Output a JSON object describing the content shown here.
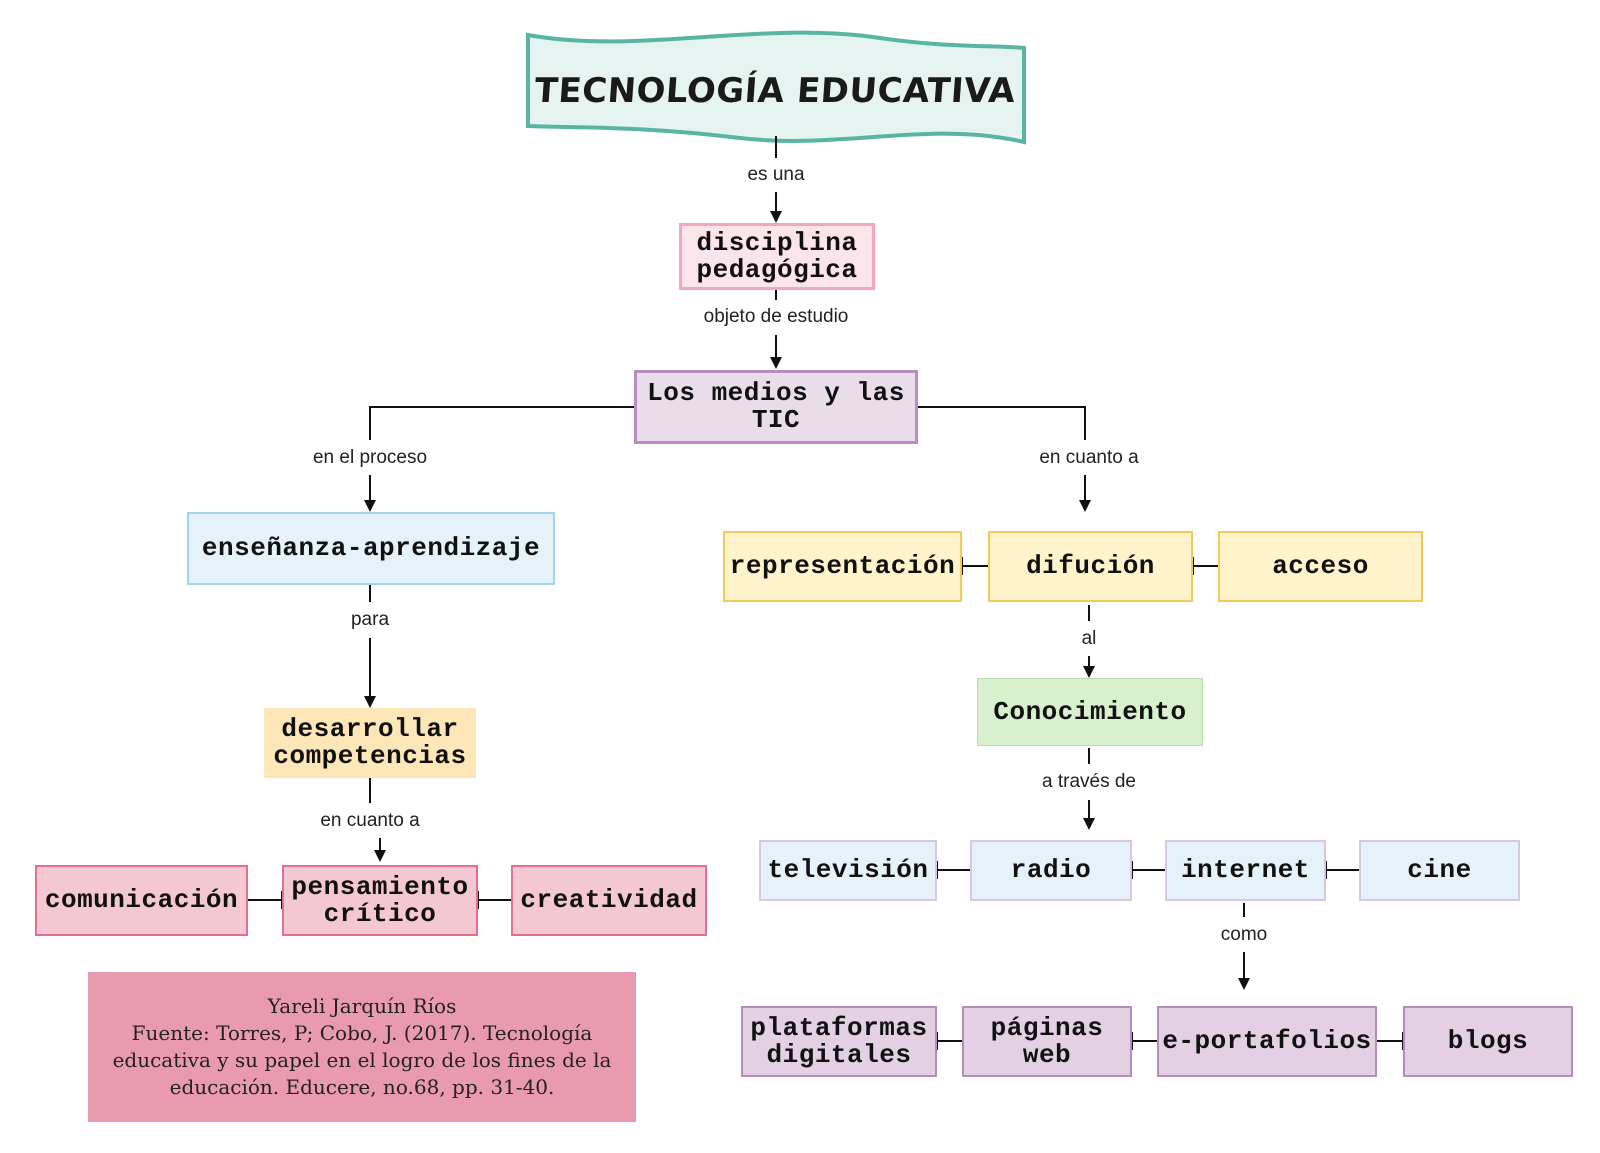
{
  "title": "TECNOLOGÍA EDUCATIVA",
  "nodes": {
    "disciplina": "disciplina\npedagógica",
    "medios": "Los medios y las\nTIC",
    "ensenanza": "enseñanza-aprendizaje",
    "desarrollar": "desarrollar\ncompetencias",
    "comunicacion": "comunicación",
    "pensamiento": "pensamiento\ncrítico",
    "creatividad": "creatividad",
    "representacion": "representación",
    "difucion": "difución",
    "acceso": "acceso",
    "conocimiento": "Conocimiento",
    "television": "televisión",
    "radio": "radio",
    "internet": "internet",
    "cine": "cine",
    "plataformas": "plataformas\ndigitales",
    "paginas": "páginas\nweb",
    "eportafolios": "e-portafolios",
    "blogs": "blogs"
  },
  "labels": {
    "es_una": "es una",
    "objeto": "objeto de estudio",
    "en_el_proceso": "en el proceso",
    "en_cuanto_a_right": "en cuanto a",
    "para": "para",
    "en_cuanto_a_left": "en cuanto a",
    "al": "al",
    "a_traves_de": "a través de",
    "como": "como"
  },
  "credit": {
    "author": "Yareli Jarquín Ríos",
    "source": "Fuente: Torres, P; Cobo, J. (2017). Tecnología educativa y su papel en el logro de los fines de la educación. Educere, no.68, pp. 31-40."
  }
}
